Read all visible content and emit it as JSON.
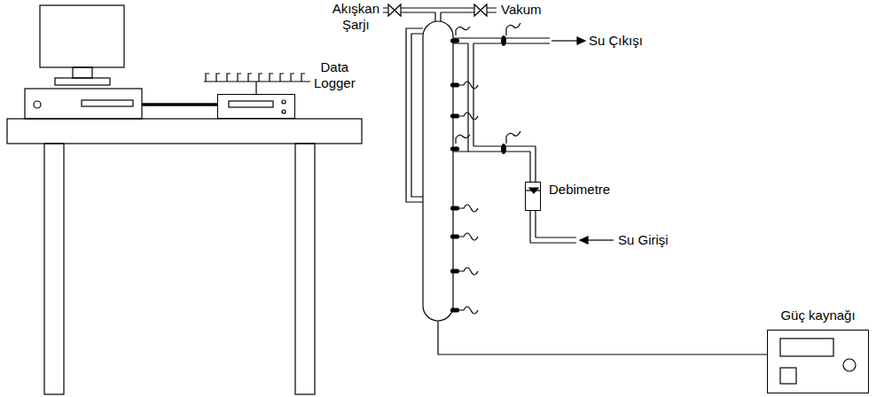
{
  "diagram": {
    "nodes": [
      {
        "text": [
          "Data Logger"
        ]
      },
      {
        "text": [
          "Debimetre"
        ]
      },
      {
        "text": [
          "Güç kaynağı"
        ]
      }
    ],
    "labels": [
      "Akışkan Şarjı",
      "Vakum",
      "Su Çıkışı",
      "Su Girişi"
    ]
  }
}
